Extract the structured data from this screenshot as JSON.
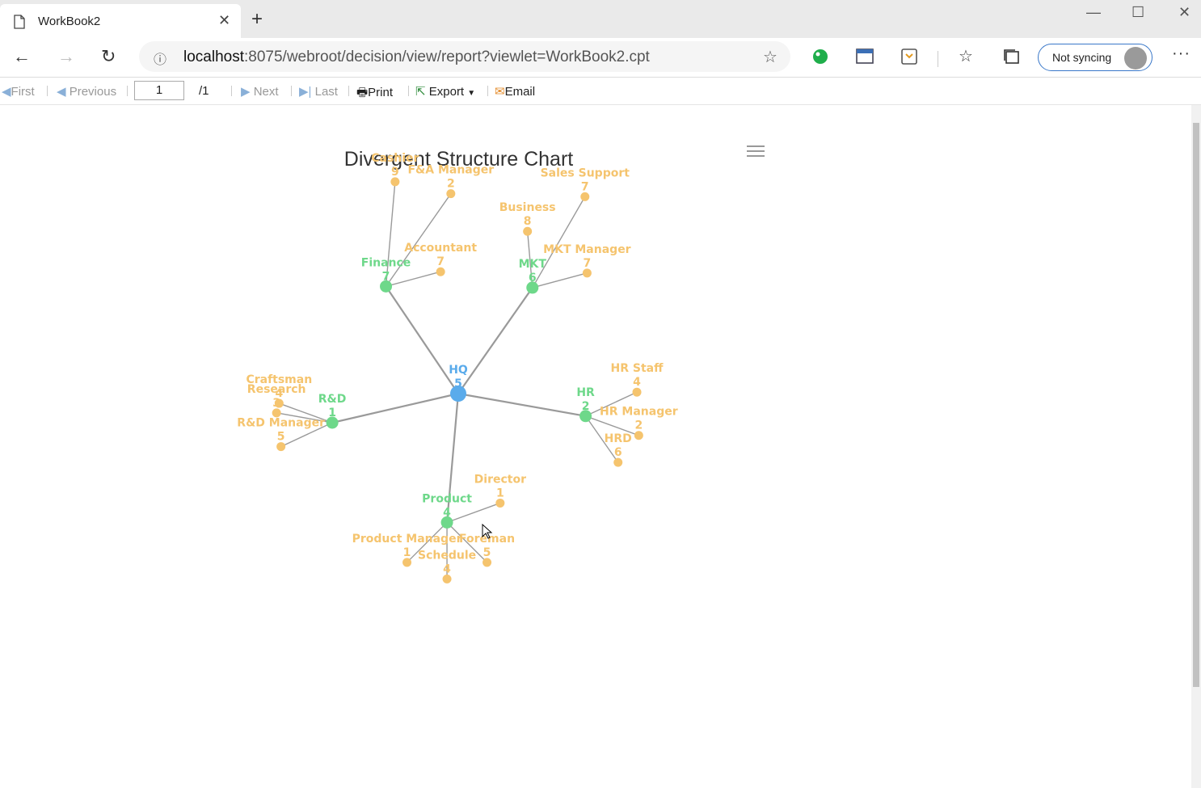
{
  "browser": {
    "tab_title": "WorkBook2",
    "url_host": "localhost",
    "url_rest": ":8075/webroot/decision/view/report?viewlet=WorkBook2.cpt",
    "sync_label": "Not syncing"
  },
  "toolbar": {
    "first": "First",
    "previous": "Previous",
    "page_value": "1",
    "page_total": "/1",
    "next": "Next",
    "last": "Last",
    "print": "Print",
    "export": "Export",
    "email": "Email"
  },
  "chart_data": {
    "type": "tree",
    "title": "Divergent Structure Chart",
    "colors": {
      "root": "#5aabeb",
      "department": "#6ed88a",
      "position": "#f5c46e",
      "link": "#9a9a9a"
    },
    "root": {
      "name": "HQ",
      "value": 5
    },
    "departments": [
      {
        "name": "Finance",
        "value": 7,
        "children": [
          {
            "name": "Cashier",
            "value": 9
          },
          {
            "name": "F&A Manager",
            "value": 2
          },
          {
            "name": "Accountant",
            "value": 7
          }
        ]
      },
      {
        "name": "MKT",
        "value": 6,
        "children": [
          {
            "name": "Business",
            "value": 8
          },
          {
            "name": "Sales Support",
            "value": 7
          },
          {
            "name": "MKT Manager",
            "value": 7
          }
        ]
      },
      {
        "name": "HR",
        "value": 2,
        "children": [
          {
            "name": "HR Staff",
            "value": 4
          },
          {
            "name": "HR Manager",
            "value": 2
          },
          {
            "name": "HRD",
            "value": 6
          }
        ]
      },
      {
        "name": "Product",
        "value": 4,
        "children": [
          {
            "name": "Director",
            "value": 1
          },
          {
            "name": "Foreman",
            "value": 5
          },
          {
            "name": "Schedule",
            "value": 4
          },
          {
            "name": "Product Manager",
            "value": 1
          }
        ]
      },
      {
        "name": "R&D",
        "value": 1,
        "children": [
          {
            "name": "Craftsman",
            "value": 4
          },
          {
            "name": "Research",
            "value": 3
          },
          {
            "name": "R&D Manager",
            "value": 5
          }
        ]
      }
    ]
  }
}
